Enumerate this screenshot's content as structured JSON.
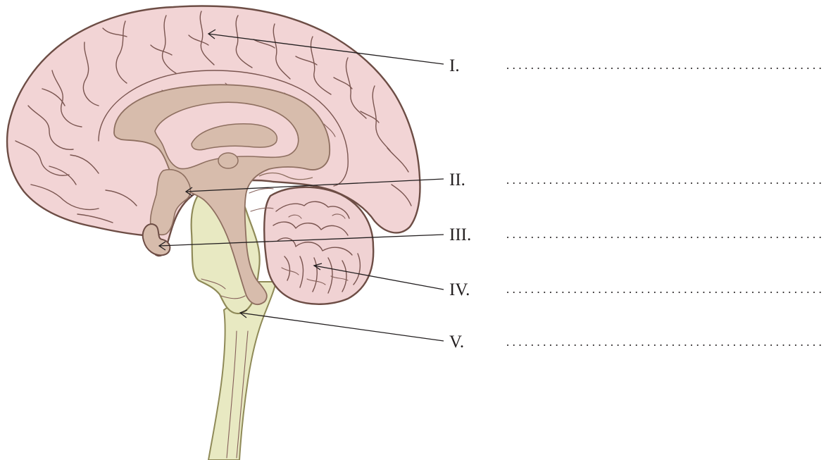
{
  "colors": {
    "cerebrum": "#f2d4d5",
    "inner_structures": "#d7bcac",
    "inner_dark": "#c9ab9c",
    "brainstem": "#e8e9c2",
    "brainstem_outline": "#8f8a58",
    "cerebellum": "#f0d2d3",
    "outline": "#6d4d45",
    "text": "#231f20"
  },
  "labels": [
    {
      "id": "I",
      "numeral": "I.",
      "answer": ""
    },
    {
      "id": "II",
      "numeral": "II.",
      "answer": ""
    },
    {
      "id": "III",
      "numeral": "III.",
      "answer": ""
    },
    {
      "id": "IV",
      "numeral": "IV.",
      "answer": ""
    },
    {
      "id": "V",
      "numeral": "V.",
      "answer": ""
    }
  ]
}
